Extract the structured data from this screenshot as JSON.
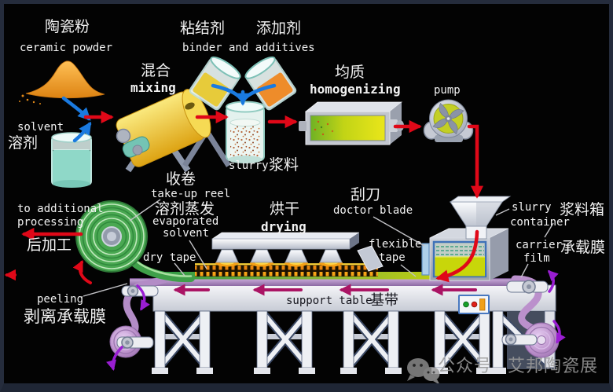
{
  "labels": {
    "ceramic_zh": "陶瓷粉",
    "ceramic_en": "ceramic powder",
    "solvent_en": "solvent",
    "solvent_zh": "溶剂",
    "mixing_zh": "混合",
    "mixing_en": "mixing",
    "binder_zh": "粘结剂",
    "additives_zh": "添加剂",
    "binder_en": "binder and additives",
    "slurry_en": "slurry",
    "slurry_zh": "浆料",
    "homogenizing_zh": "均质",
    "homogenizing_en": "homogenizing",
    "pump_en": "pump",
    "takeup_zh": "收卷",
    "takeup_en": "take-up reel",
    "evaporated_zh": "溶剂蒸发",
    "evaporated_en1": "evaporated",
    "evaporated_en2": "solvent",
    "drytape_en": "dry tape",
    "drying_zh": "烘干",
    "drying_en": "drying",
    "doctorblade_zh": "刮刀",
    "doctorblade_en": "doctor blade",
    "flexible_en1": "flexible",
    "flexible_en2": "tape",
    "container_en1": "slurry",
    "container_en2": "container",
    "container_zh": "浆料箱",
    "carrier_en1": "carrier",
    "carrier_en2": "film",
    "carrier_zh": "承载膜",
    "additional_en1": "to additional",
    "additional_en2": "processing",
    "additional_zh": "后加工",
    "peeling_en": "peeling",
    "peeling_zh": "剥离承载膜",
    "table_en": "support table",
    "table_zh": "基带"
  },
  "watermark": {
    "account_label": "公众号",
    "account_name": "艾邦陶瓷展"
  },
  "colors": {
    "background": "#030303",
    "frame": "#252c3c",
    "arrow_red": "#e00818",
    "arrow_blue": "#1a7ae0",
    "arrow_magenta": "#aa1464",
    "arrow_purple": "#9a1ed2",
    "tape_green": "#3f9f49",
    "slurry_yellow": "#c8d60a",
    "carrier_purple": "#b38cc6",
    "drum_yellow": "#e9c02a",
    "powder_orange": "#ef9c28"
  }
}
